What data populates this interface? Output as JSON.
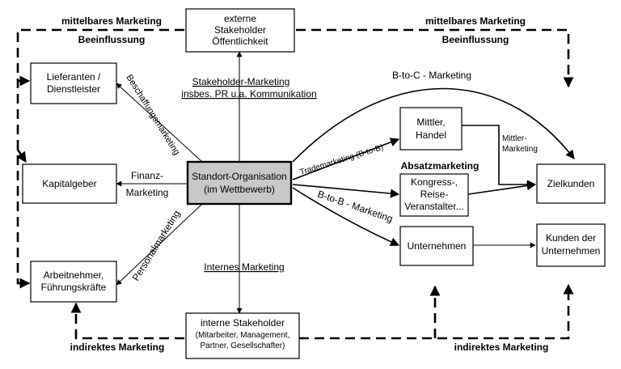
{
  "nodes": {
    "extern": [
      "externe",
      "Stakeholder",
      "Öffentlichkeit"
    ],
    "lieferanten": [
      "Lieferanten /",
      "Dienstleister"
    ],
    "kapitalgeber": "Kapitalgeber",
    "arbeitnehmer": [
      "Arbeitnehmer,",
      "Führungskräfte"
    ],
    "center": [
      "Standort-Organisation",
      "(im Wettbewerb)"
    ],
    "intern": [
      "interne Stakeholder",
      "(Mitarbeiter, Management,",
      "Partner, Gesellschafter)"
    ],
    "mittler": [
      "Mittler,",
      "Handel"
    ],
    "kongress": [
      "Kongress-,",
      "Reise-",
      "Veranstalter..."
    ],
    "unternehmen": "Unternehmen",
    "zielkunden": "Zielkunden",
    "kunden_unternehmen": [
      "Kunden der",
      "Unternehmen"
    ]
  },
  "labels": {
    "mittelbares_left": "mittelbares Marketing",
    "beeinflussung_left": "Beeinflussung",
    "mittelbares_right": "mittelbares Marketing",
    "beeinflussung_right": "Beeinflussung",
    "stakeholder_marketing": "Stakeholder-Marketing",
    "insbes": "insbes. PR u.a. Kommunikation",
    "beschaffung": "Beschaffungsmarketing",
    "finanz": "Finanz-",
    "finanz2": "Marketing",
    "personal": "Personalmarketing",
    "internes": "Internes Marketing",
    "indirekt_left": "indirektes Marketing",
    "indirekt_right": "indirektes Marketing",
    "btoc": "B-to-C - Marketing",
    "trade": "Trademarketing (B-to-B)",
    "absatz": "Absatzmarketing",
    "btob": "B-to-B - Marketing",
    "mittler_mkt": [
      "Mittler-",
      "Marketing"
    ]
  }
}
